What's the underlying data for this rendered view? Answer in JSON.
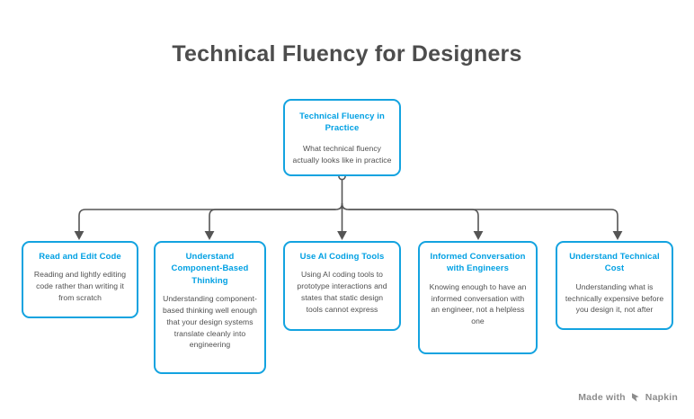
{
  "page": {
    "title": "Technical Fluency for Designers",
    "background_color": "#ffffff"
  },
  "theme": {
    "accent_color": "#00A0E3",
    "border_color": "#13A3E0",
    "title_color": "#4d4d4d",
    "description_color": "#4f4f4f",
    "connector_color": "#555555"
  },
  "diagram": {
    "type": "tree",
    "root": {
      "title": "Technical Fluency in Practice",
      "description": "What technical fluency actually looks like in practice"
    },
    "children": [
      {
        "title": "Read and Edit Code",
        "description": "Reading and lightly editing code rather than writing it from scratch"
      },
      {
        "title": "Understand Component-Based Thinking",
        "description": "Understanding component-based thinking well enough that your design systems translate cleanly into engineering"
      },
      {
        "title": "Use AI Coding Tools",
        "description": "Using AI coding tools to prototype interactions and states that static design tools cannot express"
      },
      {
        "title": "Informed Conversation with Engineers",
        "description": "Knowing enough to have an informed conversation with an engineer, not a helpless one"
      },
      {
        "title": "Understand Technical Cost",
        "description": "Understanding what is technically expensive before you design it, not after"
      }
    ]
  },
  "watermark": {
    "text": "Made with",
    "brand": "Napkin",
    "logo_icon": "napkin-logo-icon"
  }
}
